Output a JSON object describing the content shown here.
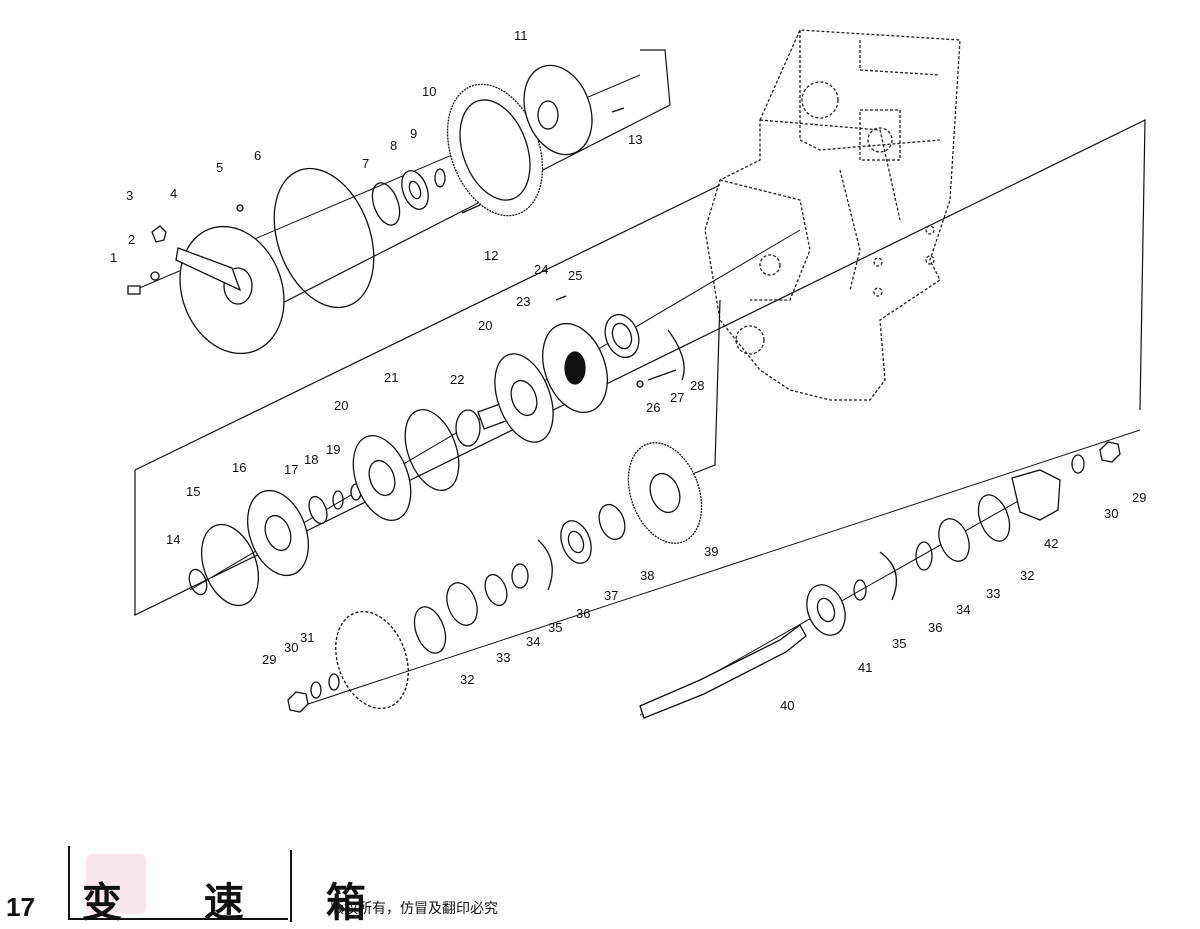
{
  "footer": {
    "page_number": "17",
    "title": "变 速 箱",
    "copyright": "版权所有，仿冒及翻印必究"
  },
  "callouts": {
    "l1": "1",
    "l2": "2",
    "l3": "3",
    "l4": "4",
    "l5": "5",
    "l6": "6",
    "l7": "7",
    "l8": "8",
    "l9": "9",
    "l10": "10",
    "l11": "11",
    "l12": "12",
    "l13": "13",
    "l14": "14",
    "l15": "15",
    "l16": "16",
    "l17": "17",
    "l18": "18",
    "l19": "19",
    "l20a": "20",
    "l20b": "20",
    "l21": "21",
    "l22": "22",
    "l23": "23",
    "l24": "24",
    "l25": "25",
    "l26": "26",
    "l27": "27",
    "l28": "28",
    "l29a": "29",
    "l30a": "30",
    "l31": "31",
    "l32a": "32",
    "l33a": "33",
    "l34a": "34",
    "l35a": "35",
    "l36a": "36",
    "l37": "37",
    "l38": "38",
    "l39": "39",
    "l40": "40",
    "l41": "41",
    "l35b": "35",
    "l36b": "36",
    "l34b": "34",
    "l33b": "33",
    "l32b": "32",
    "l42": "42",
    "l30b": "30",
    "l29b": "29"
  }
}
